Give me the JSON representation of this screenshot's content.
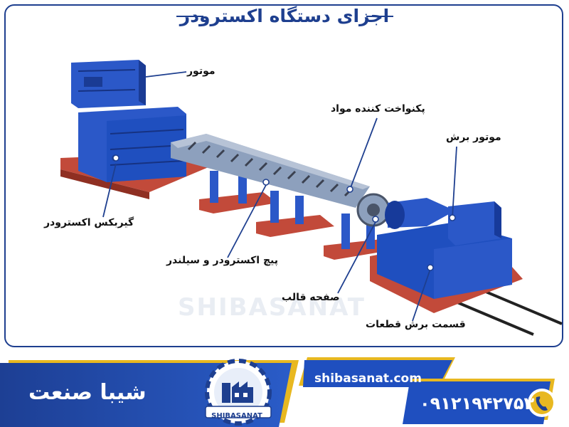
{
  "title": "اجزای دستگاه اکسترودر",
  "labels": {
    "motor": "موتور",
    "feeder": "پکنواخت کننده مواد",
    "cut_motor": "موتور برش",
    "gearbox": "گیربکس اکسترودر",
    "screw": "پیچ اکسترودر و سیلندر",
    "die": "صفحه قالب",
    "cutter": "قسمت برش قطعات"
  },
  "watermark": "SHIBASANAT",
  "footer": {
    "brand": "شیبا صنعت",
    "logo_text": "SHIBASANAT",
    "website": "shibasanat.com",
    "phone": "۰۹۱۲۱۹۴۲۷۵۳"
  },
  "colors": {
    "navy": "#1e3f8f",
    "machine_blue": "#1f4fbf",
    "base_red": "#c24a3a",
    "gold": "#e8b820"
  },
  "icons": [
    "phone-icon",
    "factory-gear-logo-icon"
  ]
}
